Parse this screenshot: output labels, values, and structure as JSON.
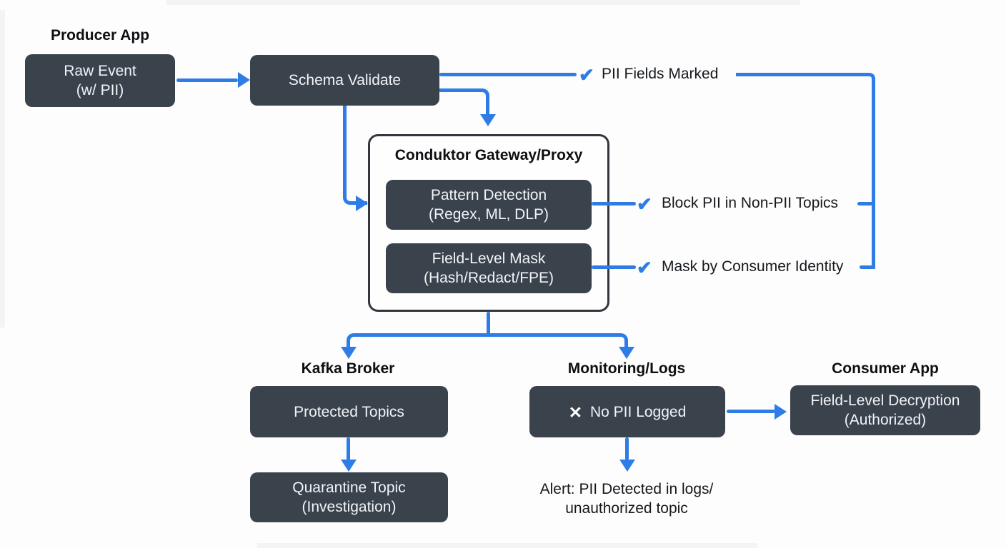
{
  "colors": {
    "accent_blue": "#2e7ce6",
    "node_background": "#3a424c",
    "node_text": "#f1f4f7",
    "container_border": "#33383f",
    "label_text": "#0d0f12",
    "background": "#fdfdfd"
  },
  "producer": {
    "label": "Producer App",
    "raw_event_line1": "Raw Event",
    "raw_event_line2": "(w/ PII)"
  },
  "schema_validate": {
    "label": "Schema Validate"
  },
  "gateway": {
    "title": "Conduktor Gateway/Proxy",
    "pattern_line1": "Pattern Detection",
    "pattern_line2": "(Regex, ML, DLP)",
    "mask_line1": "Field-Level Mask",
    "mask_line2": "(Hash/Redact/FPE)"
  },
  "annotations": {
    "pii_marked": "PII Fields Marked",
    "block_pii": "Block PII in Non-PII Topics",
    "mask_identity": "Mask by Consumer Identity",
    "alert_line1": "Alert: PII Detected in logs/",
    "alert_line2": "unauthorized topic"
  },
  "kafka": {
    "label": "Kafka Broker",
    "protected_topics": "Protected Topics",
    "quarantine_line1": "Quarantine Topic",
    "quarantine_line2": "(Investigation)"
  },
  "monitoring": {
    "label": "Monitoring/Logs",
    "no_pii_logged": "No PII Logged"
  },
  "consumer": {
    "label": "Consumer App",
    "decrypt_line1": "Field-Level Decryption",
    "decrypt_line2": "(Authorized)"
  },
  "icons": {
    "check": "✔",
    "cross": "✕"
  }
}
